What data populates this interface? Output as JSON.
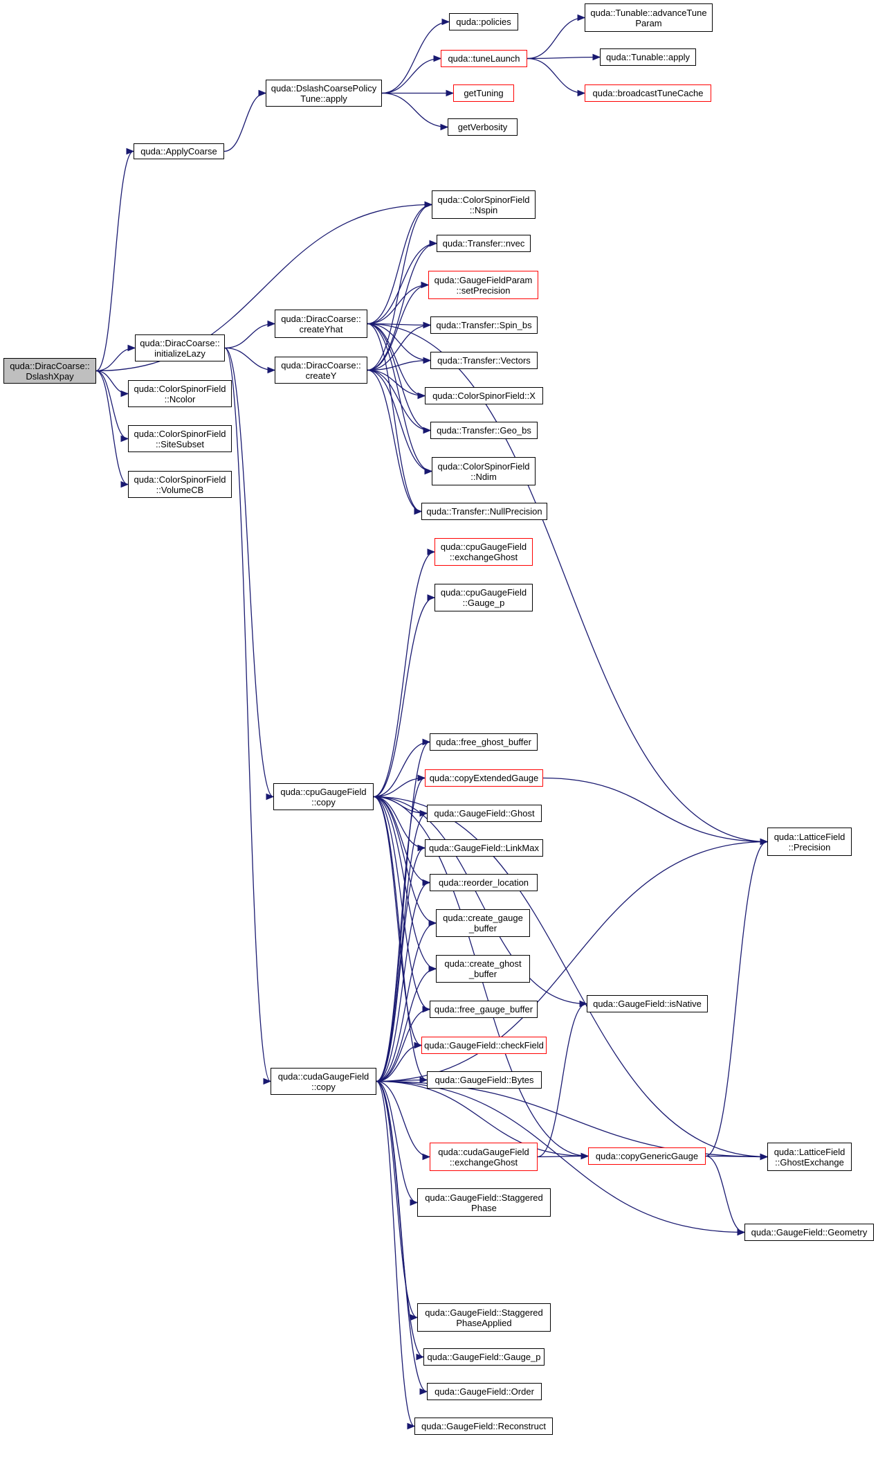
{
  "graph": {
    "edge_color": "#191970",
    "highlight_border_color": "#ff0000",
    "root_fill": "#bfbfbf",
    "nodes": {
      "root": "quda::DiracCoarse::\nDslashXpay",
      "applyCoarse": "quda::ApplyCoarse",
      "policyTuneApply": "quda::DslashCoarsePolicy\nTune::apply",
      "policies": "quda::policies",
      "tuneLaunch": "quda::tuneLaunch",
      "getTuning": "getTuning",
      "getVerbosity": "getVerbosity",
      "advanceTuneParam": "quda::Tunable::advanceTune\nParam",
      "tunableApply": "quda::Tunable::apply",
      "broadcastTuneCache": "quda::broadcastTuneCache",
      "initializeLazy": "quda::DiracCoarse::\ninitializeLazy",
      "csfNcolor": "quda::ColorSpinorField\n::Ncolor",
      "csfSiteSubset": "quda::ColorSpinorField\n::SiteSubset",
      "csfVolumeCB": "quda::ColorSpinorField\n::VolumeCB",
      "createYhat": "quda::DiracCoarse::\ncreateYhat",
      "createY": "quda::DiracCoarse::\ncreateY",
      "csfNspin": "quda::ColorSpinorField\n::Nspin",
      "transferNvec": "quda::Transfer::nvec",
      "gfpSetPrecision": "quda::GaugeFieldParam\n::setPrecision",
      "transferSpinBs": "quda::Transfer::Spin_bs",
      "transferVectors": "quda::Transfer::Vectors",
      "csfX": "quda::ColorSpinorField::X",
      "transferGeoBs": "quda::Transfer::Geo_bs",
      "csfNdim": "quda::ColorSpinorField\n::Ndim",
      "transferNullPrecision": "quda::Transfer::NullPrecision",
      "cpuExchangeGhost": "quda::cpuGaugeField\n::exchangeGhost",
      "cpuGaugeP": "quda::cpuGaugeField\n::Gauge_p",
      "cpuCopy": "quda::cpuGaugeField\n::copy",
      "freeGhostBuffer": "quda::free_ghost_buffer",
      "copyExtendedGauge": "quda::copyExtendedGauge",
      "gfGhost": "quda::GaugeField::Ghost",
      "gfLinkMax": "quda::GaugeField::LinkMax",
      "reorderLocation": "quda::reorder_location",
      "createGaugeBuffer": "quda::create_gauge\n_buffer",
      "createGhostBuffer": "quda::create_ghost\n_buffer",
      "freeGaugeBuffer": "quda::free_gauge_buffer",
      "gfCheckField": "quda::GaugeField::checkField",
      "gfBytes": "quda::GaugeField::Bytes",
      "cudaCopy": "quda::cudaGaugeField\n::copy",
      "cudaExchangeGhost": "quda::cudaGaugeField\n::exchangeGhost",
      "copyGenericGauge": "quda::copyGenericGauge",
      "gfIsNative": "quda::GaugeField::isNative",
      "lfPrecision": "quda::LatticeField\n::Precision",
      "lfGhostExchange": "quda::LatticeField\n::GhostExchange",
      "gfGeometry": "quda::GaugeField::Geometry",
      "gfStaggeredPhase": "quda::GaugeField::Staggered\nPhase",
      "gfStaggeredPhaseApplied": "quda::GaugeField::Staggered\nPhaseApplied",
      "gfGaugeP": "quda::GaugeField::Gauge_p",
      "gfOrder": "quda::GaugeField::Order",
      "gfReconstruct": "quda::GaugeField::Reconstruct"
    }
  }
}
